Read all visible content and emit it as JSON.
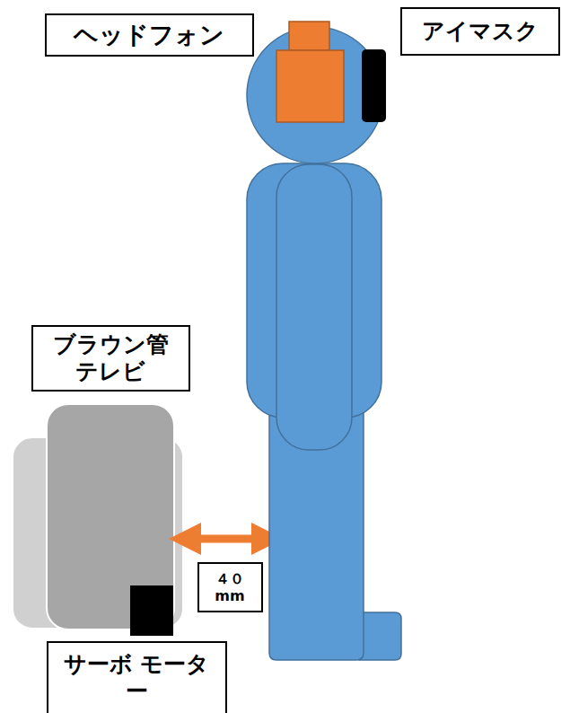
{
  "diagram": {
    "nodes": [
      {
        "text": [
          "ヘッドフォン"
        ]
      },
      {
        "text": [
          "アイマスク"
        ]
      },
      {
        "text": [
          "ブラウン管 テレビ"
        ]
      },
      {
        "text": [
          "４０ mm"
        ]
      },
      {
        "text": [
          "サーボ モーター"
        ]
      }
    ]
  }
}
